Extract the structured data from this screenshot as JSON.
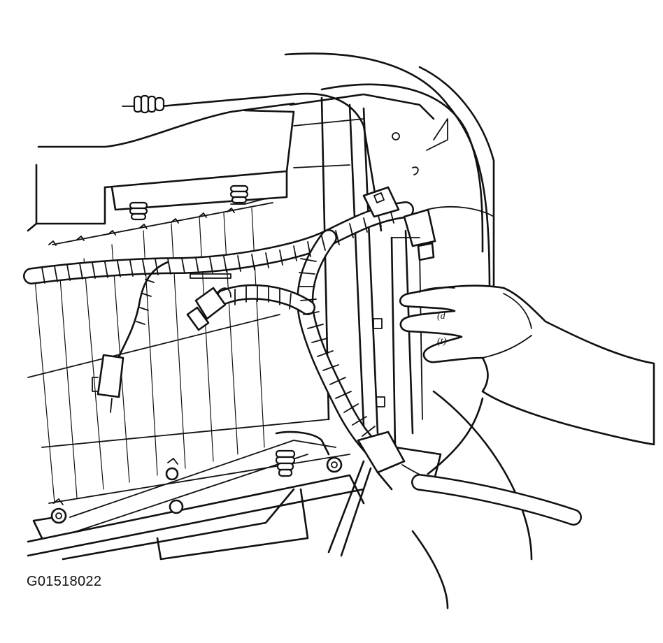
{
  "figure": {
    "code": "G01518022",
    "hand_marks": [
      "(d",
      "(t)"
    ]
  }
}
